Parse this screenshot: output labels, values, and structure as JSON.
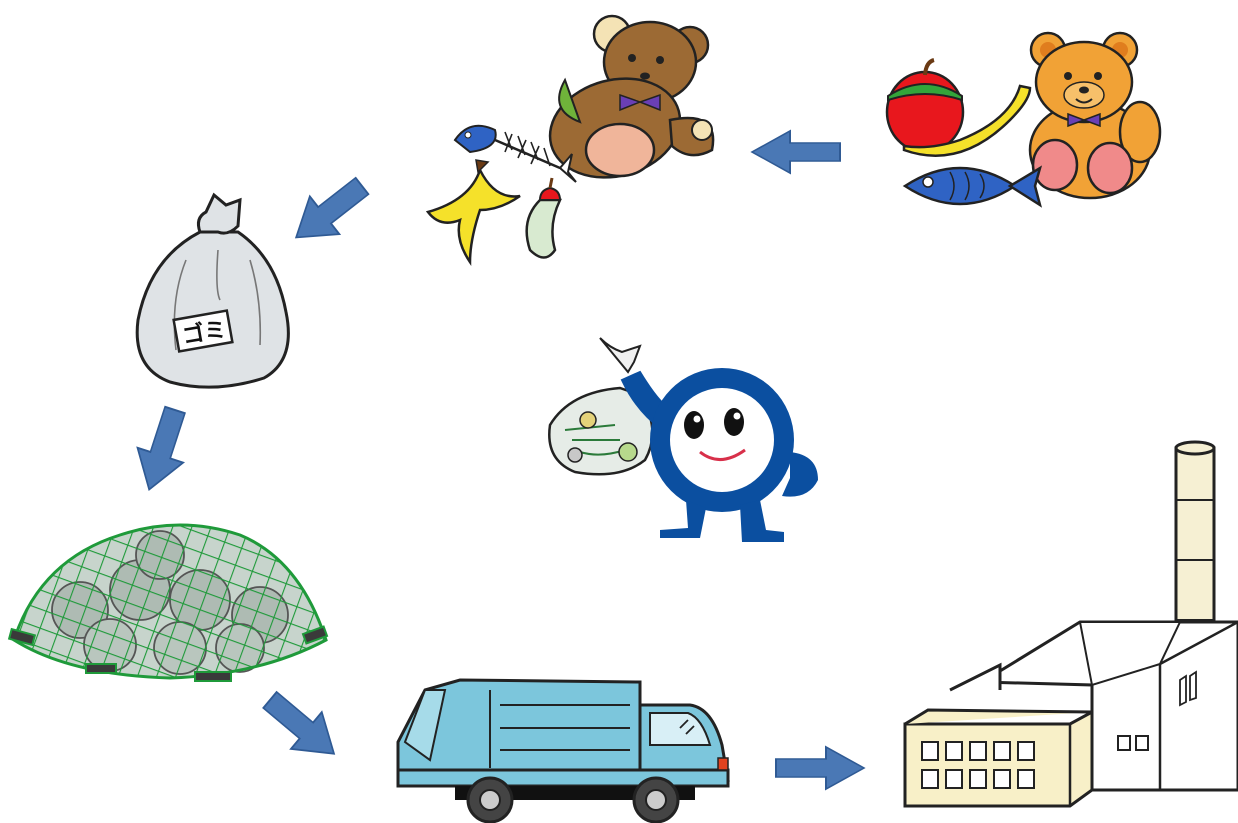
{
  "diagram": {
    "nodes": [
      {
        "id": "new-items",
        "icon": "apple-banana-fish-teddy-bear-icon"
      },
      {
        "id": "used-items",
        "icon": "fish-bone-peel-old-teddy-bear-icon"
      },
      {
        "id": "garbage-bag",
        "icon": "garbage-bag-icon",
        "label": "ゴミ"
      },
      {
        "id": "collection-point",
        "icon": "netted-garbage-pile-icon"
      },
      {
        "id": "garbage-truck",
        "icon": "garbage-truck-icon"
      },
      {
        "id": "incineration-plant",
        "icon": "incineration-plant-icon"
      },
      {
        "id": "mascot",
        "icon": "mascot-holding-bag-icon"
      }
    ],
    "arrow_color": "#4a78b5"
  }
}
